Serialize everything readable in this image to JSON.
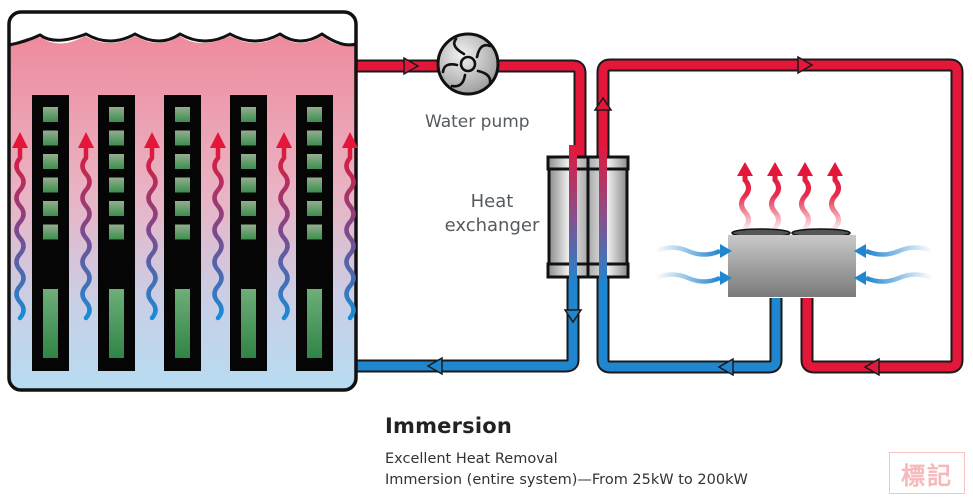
{
  "diagram": {
    "title": "Immersion",
    "subtitle_lines": [
      "Excellent Heat Removal",
      "Immersion (entire system)—From 25kW to 200kW"
    ],
    "labels": {
      "water_pump": "Water pump",
      "heat_exchanger_line1": "Heat",
      "heat_exchanger_line2": "exchanger"
    },
    "components": [
      {
        "id": "immersion-tank",
        "name": "Immersion tank",
        "server_racks": 5,
        "heat_arrows": 6
      },
      {
        "id": "water-pump",
        "name": "Water pump"
      },
      {
        "id": "heat-exchanger",
        "name": "Heat exchanger"
      },
      {
        "id": "dry-cooler",
        "name": "Dry cooler",
        "fans": 2,
        "exhaust_arrows": 4,
        "intake_arrows": 4
      }
    ],
    "loops": [
      {
        "id": "primary-loop",
        "hot_color": "#e3173a",
        "cold_color": "#1f86cf"
      },
      {
        "id": "secondary-loop",
        "hot_color": "#e3173a",
        "cold_color": "#1f86cf"
      }
    ],
    "colors": {
      "hot": "#e3173a",
      "cold": "#1f86cf",
      "tank_top": "#ee8fa0",
      "tank_bottom": "#b9dcf0",
      "rack": "#050505",
      "led": "#4f9a5e",
      "metal": "#b8b8b8"
    },
    "watermark": "標記"
  }
}
